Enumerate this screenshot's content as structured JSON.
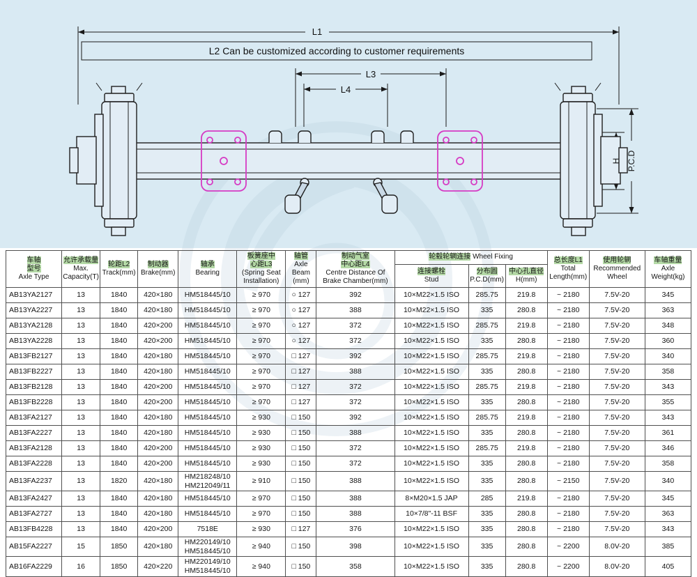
{
  "colors": {
    "page_bg": "#d9eaf3",
    "highlight": "#b4d9a6",
    "seat_accent": "#d63bc4"
  },
  "diagram": {
    "labels": {
      "l1": "L1",
      "l2_note": "L2 Can be customized according to customer requirements",
      "l3": "L3",
      "l4": "L4",
      "h": "H",
      "pcd": "P.C.D"
    }
  },
  "table": {
    "col_keys": [
      "axle-type",
      "capacity",
      "track",
      "brake",
      "bearing",
      "spring-seat",
      "axle-beam",
      "centre-distance",
      "stud",
      "pcd",
      "h",
      "total-length",
      "wheel",
      "weight"
    ],
    "header": {
      "plain": [
        {
          "lines": [
            [
              {
                "t": "车轴",
                "hl": true
              }
            ],
            [
              {
                "t": "型号",
                "hl": true
              }
            ],
            [
              {
                "t": "Axle Type"
              }
            ]
          ]
        },
        {
          "lines": [
            [
              {
                "t": "允许承载量",
                "hl": true
              }
            ],
            [
              {
                "t": "Max."
              }
            ],
            [
              {
                "t": "Capacity(T)"
              }
            ]
          ]
        },
        {
          "lines": [
            [
              {
                "t": "轮距L2",
                "hl": true
              }
            ],
            [
              {
                "t": "Track(mm)"
              }
            ]
          ]
        },
        {
          "lines": [
            [
              {
                "t": "制动器",
                "hl": true
              }
            ],
            [
              {
                "t": "Brake(mm)"
              }
            ]
          ]
        },
        {
          "lines": [
            [
              {
                "t": "轴承",
                "hl": true
              }
            ],
            [
              {
                "t": "Bearing"
              }
            ]
          ]
        },
        {
          "lines": [
            [
              {
                "t": "板簧座中",
                "hl": true
              }
            ],
            [
              {
                "t": "心距L3",
                "hl": true
              }
            ],
            [
              {
                "t": "(Spring Seat"
              }
            ],
            [
              {
                "t": "Installation)"
              }
            ]
          ]
        },
        {
          "lines": [
            [
              {
                "t": "轴管",
                "hl": true
              }
            ],
            [
              {
                "t": "Axle"
              }
            ],
            [
              {
                "t": "Beam"
              }
            ],
            [
              {
                "t": "(mm)"
              }
            ]
          ]
        },
        {
          "lines": [
            [
              {
                "t": "制动气室",
                "hl": true
              }
            ],
            [
              {
                "t": "中心距L4",
                "hl": true
              }
            ],
            [
              {
                "t": "Centre Distance Of"
              }
            ],
            [
              {
                "t": "Brake Chamber(mm)"
              }
            ]
          ]
        }
      ],
      "group": {
        "lines": [
          [
            {
              "t": "轮毂轮辋连接",
              "hl": true
            },
            {
              "t": " Wheel Fixing"
            }
          ]
        ]
      },
      "sub": [
        {
          "lines": [
            [
              {
                "t": "连接螺栓",
                "hl": true
              }
            ],
            [
              {
                "t": "Stud"
              }
            ]
          ]
        },
        {
          "lines": [
            [
              {
                "t": "分布圆",
                "hl": true
              }
            ],
            [
              {
                "t": "P.C.D(mm)"
              }
            ]
          ]
        },
        {
          "lines": [
            [
              {
                "t": "中心孔直径",
                "hl": true
              }
            ],
            [
              {
                "t": "H(mm)"
              }
            ]
          ]
        }
      ],
      "tail": [
        {
          "lines": [
            [
              {
                "t": "总长度L1",
                "hl": true
              }
            ],
            [
              {
                "t": "Total"
              }
            ],
            [
              {
                "t": "Length(mm)"
              }
            ]
          ]
        },
        {
          "lines": [
            [
              {
                "t": "使用轮辋",
                "hl": true
              }
            ],
            [
              {
                "t": "Recommended"
              }
            ],
            [
              {
                "t": "Wheel"
              }
            ]
          ]
        },
        {
          "lines": [
            [
              {
                "t": "车轴重量",
                "hl": true
              }
            ],
            [
              {
                "t": "Axle"
              }
            ],
            [
              {
                "t": "Weight(kg)"
              }
            ]
          ]
        }
      ]
    },
    "rows": [
      [
        "AB13YA2127",
        "13",
        "1840",
        "420×180",
        "HM518445/10",
        "≥ 970",
        "○ 127",
        "392",
        "10×M22×1.5 ISO",
        "285.75",
        "219.8",
        "~ 2180",
        "7.5V-20",
        "345"
      ],
      [
        "AB13YA2227",
        "13",
        "1840",
        "420×180",
        "HM518445/10",
        "≥ 970",
        "○ 127",
        "388",
        "10×M22×1.5 ISO",
        "335",
        "280.8",
        "~ 2180",
        "7.5V-20",
        "363"
      ],
      [
        "AB13YA2128",
        "13",
        "1840",
        "420×200",
        "HM518445/10",
        "≥ 970",
        "○ 127",
        "372",
        "10×M22×1.5 ISO",
        "285.75",
        "219.8",
        "~ 2180",
        "7.5V-20",
        "348"
      ],
      [
        "AB13YA2228",
        "13",
        "1840",
        "420×200",
        "HM518445/10",
        "≥ 970",
        "○ 127",
        "372",
        "10×M22×1.5 ISO",
        "335",
        "280.8",
        "~ 2180",
        "7.5V-20",
        "360"
      ],
      [
        "AB13FB2127",
        "13",
        "1840",
        "420×180",
        "HM518445/10",
        "≥ 970",
        "□ 127",
        "392",
        "10×M22×1.5 ISO",
        "285.75",
        "219.8",
        "~ 2180",
        "7.5V-20",
        "340"
      ],
      [
        "AB13FB2227",
        "13",
        "1840",
        "420×180",
        "HM518445/10",
        "≥ 970",
        "□ 127",
        "388",
        "10×M22×1.5 ISO",
        "335",
        "280.8",
        "~ 2180",
        "7.5V-20",
        "358"
      ],
      [
        "AB13FB2128",
        "13",
        "1840",
        "420×200",
        "HM518445/10",
        "≥ 970",
        "□ 127",
        "372",
        "10×M22×1.5 ISO",
        "285.75",
        "219.8",
        "~ 2180",
        "7.5V-20",
        "343"
      ],
      [
        "AB13FB2228",
        "13",
        "1840",
        "420×200",
        "HM518445/10",
        "≥ 970",
        "□ 127",
        "372",
        "10×M22×1.5 ISO",
        "335",
        "280.8",
        "~ 2180",
        "7.5V-20",
        "355"
      ],
      [
        "AB13FA2127",
        "13",
        "1840",
        "420×180",
        "HM518445/10",
        "≥ 930",
        "□ 150",
        "392",
        "10×M22×1.5 ISO",
        "285.75",
        "219.8",
        "~ 2180",
        "7.5V-20",
        "343"
      ],
      [
        "AB13FA2227",
        "13",
        "1840",
        "420×180",
        "HM518445/10",
        "≥ 930",
        "□ 150",
        "388",
        "10×M22×1.5 ISO",
        "335",
        "280.8",
        "~ 2180",
        "7.5V-20",
        "361"
      ],
      [
        "AB13FA2128",
        "13",
        "1840",
        "420×200",
        "HM518445/10",
        "≥ 930",
        "□ 150",
        "372",
        "10×M22×1.5 ISO",
        "285.75",
        "219.8",
        "~ 2180",
        "7.5V-20",
        "346"
      ],
      [
        "AB13FA2228",
        "13",
        "1840",
        "420×200",
        "HM518445/10",
        "≥ 930",
        "□ 150",
        "372",
        "10×M22×1.5 ISO",
        "335",
        "280.8",
        "~ 2180",
        "7.5V-20",
        "358"
      ],
      [
        "AB13FA2237",
        "13",
        "1820",
        "420×180",
        "HM218248/10\nHM212049/11",
        "≥ 910",
        "□ 150",
        "388",
        "10×M22×1.5 ISO",
        "335",
        "280.8",
        "~ 2150",
        "7.5V-20",
        "340"
      ],
      [
        "AB13FA2427",
        "13",
        "1840",
        "420×180",
        "HM518445/10",
        "≥ 970",
        "□ 150",
        "388",
        "8×M20×1.5 JAP",
        "285",
        "219.8",
        "~ 2180",
        "7.5V-20",
        "345"
      ],
      [
        "AB13FA2727",
        "13",
        "1840",
        "420×180",
        "HM518445/10",
        "≥ 970",
        "□ 150",
        "388",
        "10×7/8\"-11 BSF",
        "335",
        "280.8",
        "~ 2180",
        "7.5V-20",
        "363"
      ],
      [
        "AB13FB4228",
        "13",
        "1840",
        "420×200",
        "7518E",
        "≥ 930",
        "□ 127",
        "376",
        "10×M22×1.5 ISO",
        "335",
        "280.8",
        "~ 2180",
        "7.5V-20",
        "343"
      ],
      [
        "AB15FA2227",
        "15",
        "1850",
        "420×180",
        "HM220149/10\nHM518445/10",
        "≥ 940",
        "□ 150",
        "398",
        "10×M22×1.5 ISO",
        "335",
        "280.8",
        "~ 2200",
        "8.0V-20",
        "385"
      ],
      [
        "AB16FA2229",
        "16",
        "1850",
        "420×220",
        "HM220149/10\nHM518445/10",
        "≥ 940",
        "□ 150",
        "358",
        "10×M22×1.5 ISO",
        "335",
        "280.8",
        "~ 2200",
        "8.0V-20",
        "405"
      ]
    ]
  }
}
